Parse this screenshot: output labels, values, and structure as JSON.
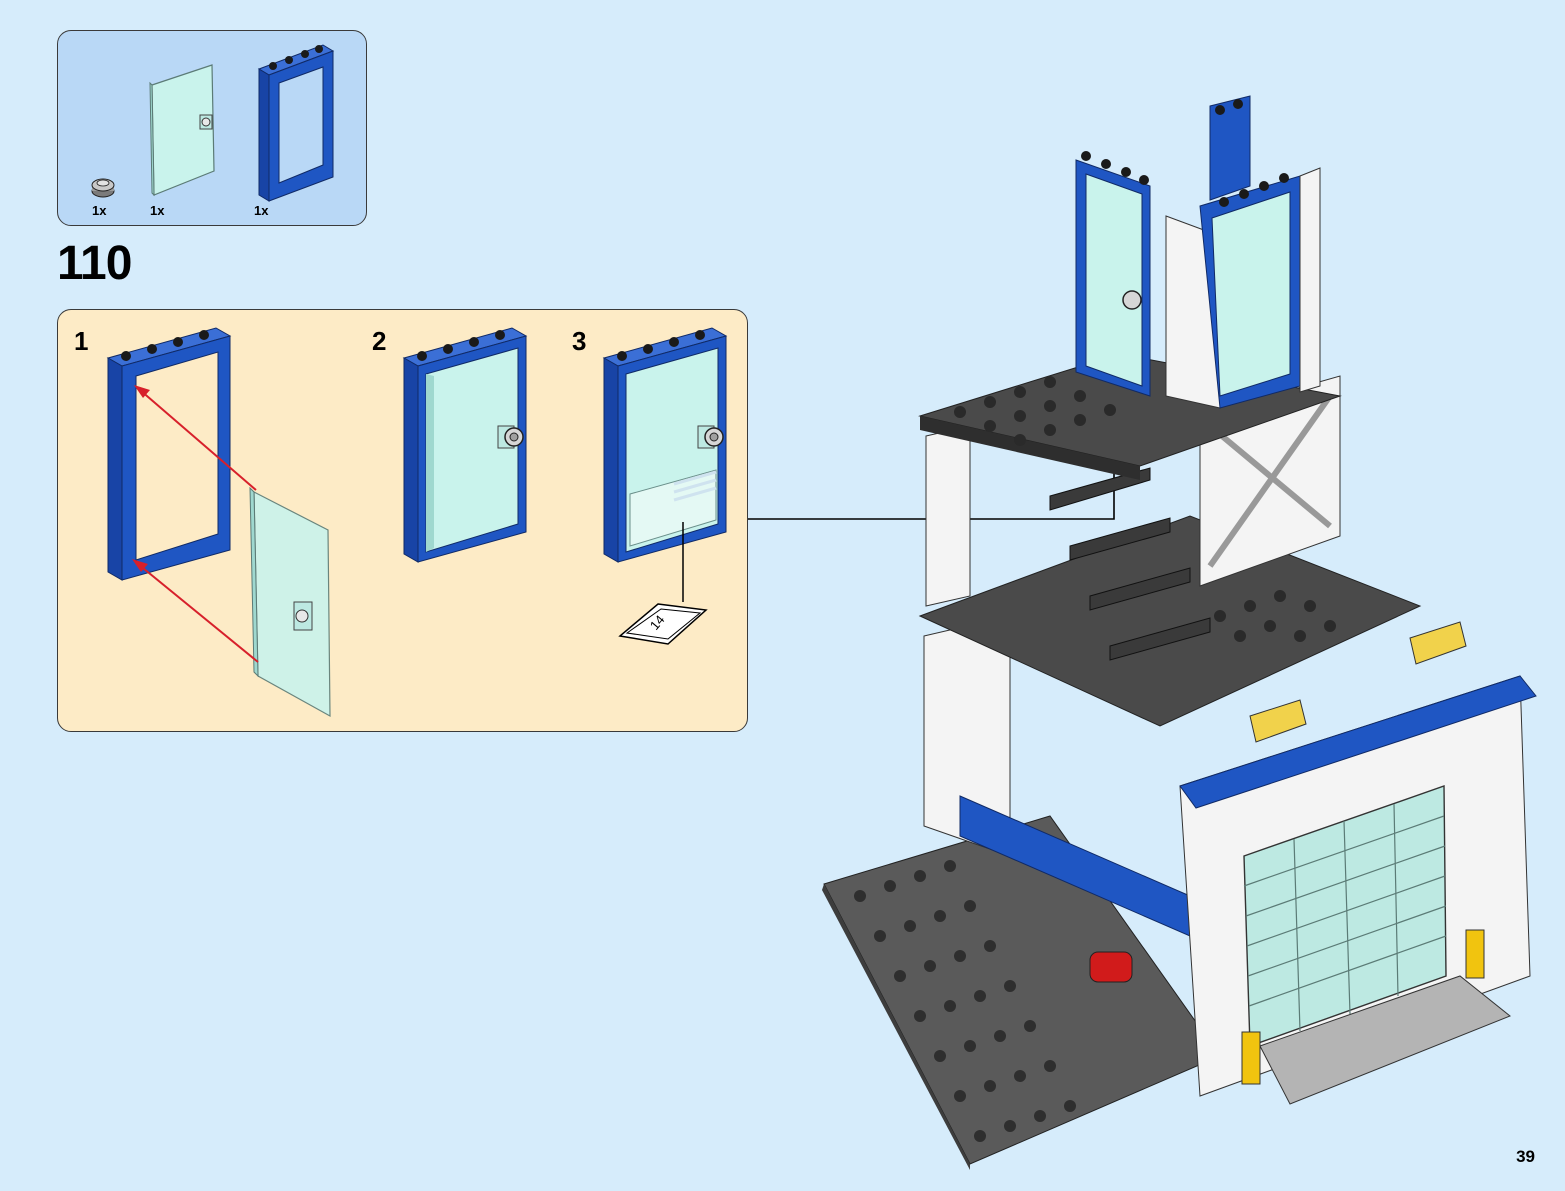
{
  "parts": [
    {
      "name": "round-plate-icon",
      "qty": "1x"
    },
    {
      "name": "door-glass-icon",
      "qty": "1x"
    },
    {
      "name": "door-frame-icon",
      "qty": "1x"
    }
  ],
  "step": {
    "number": "110"
  },
  "substeps": [
    {
      "label": "1"
    },
    {
      "label": "2"
    },
    {
      "label": "3"
    }
  ],
  "sticker": {
    "label": "14"
  },
  "page": {
    "number": "39"
  },
  "colors": {
    "background": "#d6ecfb",
    "parts_box": "#b9d8f6",
    "substep_box": "#fdebc6",
    "frame_blue": "#1f56c3",
    "glass": "#b8efe6",
    "arrow_red": "#d7202b"
  }
}
